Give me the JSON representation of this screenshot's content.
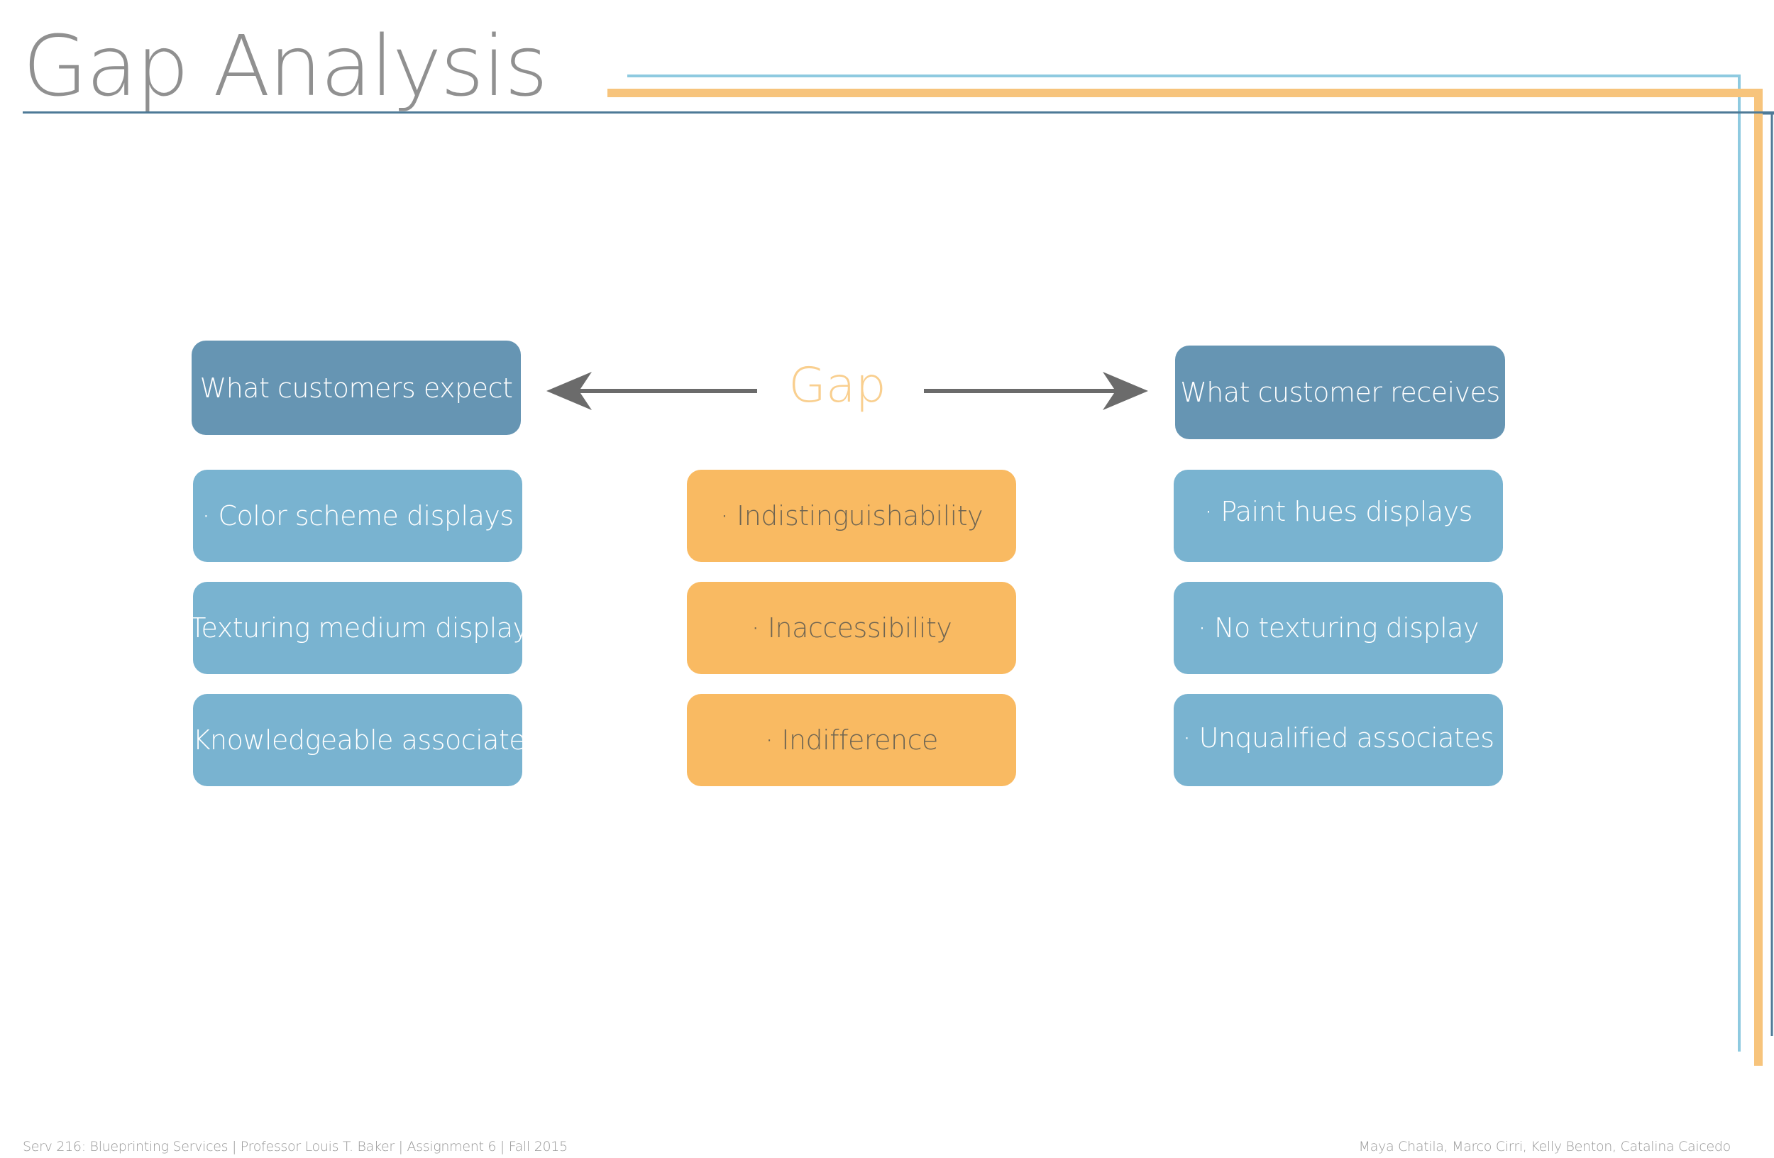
{
  "slide": {
    "title": "Gap Analysis",
    "gap_label": "Gap"
  },
  "left_column": {
    "header": "What customers expect",
    "items": [
      "· Color scheme displays",
      "· Texturing medium displays",
      "· Knowledgeable associates"
    ]
  },
  "middle_column": {
    "items": [
      "· Indistinguishability",
      "· Inaccessibility",
      "· Indifference"
    ]
  },
  "right_column": {
    "header": "What customer receives",
    "items": [
      "· Paint hues displays",
      "· No texturing display",
      "· Unqualified associates"
    ]
  },
  "footer": {
    "left": "Serv 216: Blueprinting Services | Professor Louis T. Baker | Assignment 6 | Fall 2015",
    "right": "Maya Chatila, Marco Cirri, Kelly Benton, Catalina Caicedo"
  },
  "colors": {
    "title_text": "#909090",
    "title_rule": "#4e7a97",
    "frame_blue": "#8ecae0",
    "frame_orange": "#f7c47c",
    "header_box": "#6695b3",
    "left_right_box": "#79b3d0",
    "middle_box": "#f9ba62",
    "middle_text": "#6f6552",
    "box_text": "#ffffff",
    "gap_text": "#f9cf8f",
    "arrow": "#6b6b6b",
    "footer_text": "#999999"
  },
  "icons": {
    "left_arrow": "arrow-left-icon",
    "right_arrow": "arrow-right-icon"
  }
}
